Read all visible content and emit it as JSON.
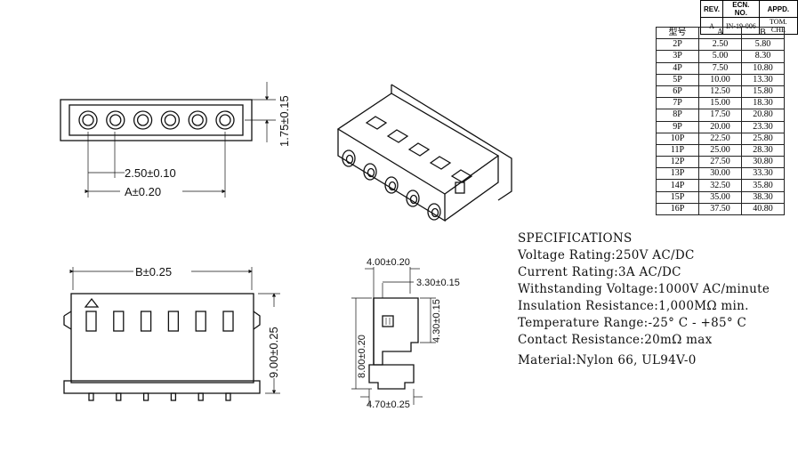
{
  "revision_block": {
    "headers": [
      "REV.",
      "ECN. NO.",
      "APPD."
    ],
    "row": [
      "A",
      "IN-19-006",
      "TOM. CHE"
    ]
  },
  "dimension_table": {
    "headers": [
      "型号",
      "A",
      "B"
    ],
    "rows": [
      [
        "2P",
        "2.50",
        "5.80"
      ],
      [
        "3P",
        "5.00",
        "8.30"
      ],
      [
        "4P",
        "7.50",
        "10.80"
      ],
      [
        "5P",
        "10.00",
        "13.30"
      ],
      [
        "6P",
        "12.50",
        "15.80"
      ],
      [
        "7P",
        "15.00",
        "18.30"
      ],
      [
        "8P",
        "17.50",
        "20.80"
      ],
      [
        "9P",
        "20.00",
        "23.30"
      ],
      [
        "10P",
        "22.50",
        "25.80"
      ],
      [
        "11P",
        "25.00",
        "28.30"
      ],
      [
        "12P",
        "27.50",
        "30.80"
      ],
      [
        "13P",
        "30.00",
        "33.30"
      ],
      [
        "14P",
        "32.50",
        "35.80"
      ],
      [
        "15P",
        "35.00",
        "38.30"
      ],
      [
        "16P",
        "37.50",
        "40.80"
      ]
    ]
  },
  "drawing": {
    "front": {
      "height_dim": "1.75±0.15",
      "pitch_dim": "2.50±0.10",
      "a_dim": "A±0.20"
    },
    "bottom": {
      "b_dim": "B±0.25",
      "height_dim": "9.00±0.25"
    },
    "side": {
      "top_dim": "4.00±0.20",
      "inner_dim": "3.30±0.15",
      "height_dim": "8.00±0.20",
      "inner_height_dim": "4.30±0.15",
      "bottom_dim": "4.70±0.25"
    }
  },
  "specifications": {
    "title": "SPECIFICATIONS",
    "lines": [
      "Voltage Rating:250V AC/DC",
      "Current Rating:3A AC/DC",
      "Withstanding Voltage:1000V AC/minute",
      "Insulation Resistance:1,000MΩ min.",
      "Temperature Range:-25° C - +85° C",
      "Contact Resistance:20mΩ max",
      "Material:Nylon 66, UL94V-0"
    ]
  }
}
